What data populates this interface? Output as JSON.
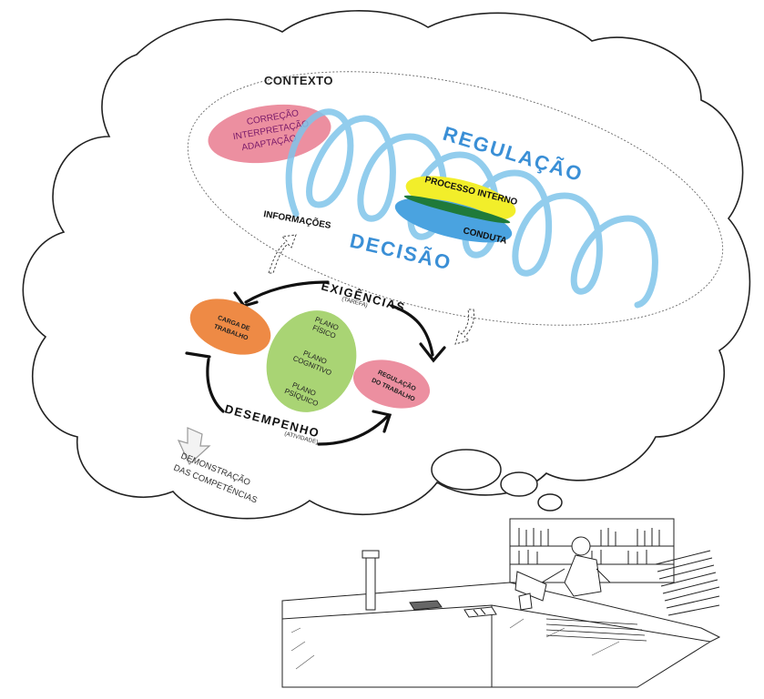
{
  "diagram": {
    "contexto": "CONTEXTO",
    "regulacao": "REGULAÇÃO",
    "decisao": "DECISÃO",
    "informacoes": "INFORMAÇÕES",
    "processo_interno": "PROCESSO INTERNO",
    "conduta": "CONDUTA",
    "correcao": [
      "CORREÇÃO",
      "INTERPRETAÇÃO",
      "ADAPTAÇÃO"
    ],
    "exigencias": "EXIGÊNCIAS",
    "exigencias_sub": "(TAREFA)",
    "desempenho": "DESEMPENHO",
    "desempenho_sub": "(ATIVIDADE)",
    "carga": [
      "CARGA DE",
      "TRABALHO"
    ],
    "regulacao_trabalho": [
      "REGULAÇÃO",
      "DO TRABALHO"
    ],
    "plano_fisico": [
      "PLANO",
      "FÍSICO"
    ],
    "plano_cognitivo": [
      "PLANO",
      "COGNITIVO"
    ],
    "plano_psiquico": [
      "PLANO",
      "PSÍQUICO"
    ],
    "demonstracao": [
      "DEMONSTRAÇÃO",
      "DAS COMPETÊNCIAS"
    ]
  },
  "colors": {
    "regulacao_text": "#3a8fd6",
    "spiral": "#7fc4ea",
    "pink_ellipse": "#ec8fa0",
    "orange_ellipse": "#ee8a45",
    "green_ellipse": "#a9d474",
    "yellow_disc": "#f2ee2a",
    "blue_disc": "#4aa3e0",
    "dark_green_band": "#1f7a3a"
  }
}
